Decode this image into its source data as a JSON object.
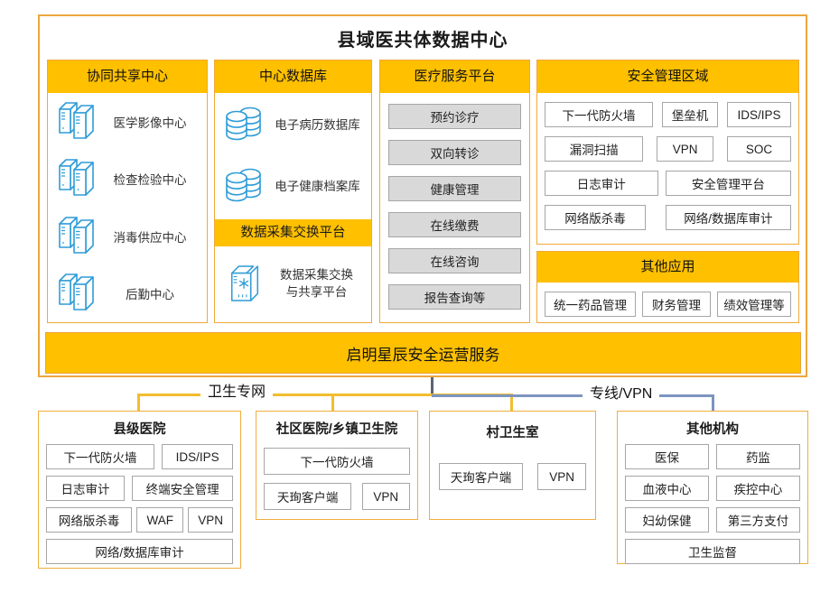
{
  "title": "县域医共体数据中心",
  "panels": {
    "share": {
      "header": "协同共享中心",
      "items": [
        "医学影像中心",
        "检查检验中心",
        "消毒供应中心",
        "后勤中心"
      ]
    },
    "db": {
      "header": "中心数据库",
      "items": [
        "电子病历数据库",
        "电子健康档案库"
      ],
      "exchange_header": "数据采集交换平台",
      "exchange_item": {
        "line1": "数据采集交换",
        "line2": "与共享平台"
      }
    },
    "service": {
      "header": "医疗服务平台",
      "items": [
        "预约诊疗",
        "双向转诊",
        "健康管理",
        "在线缴费",
        "在线咨询",
        "报告查询等"
      ]
    },
    "security": {
      "header": "安全管理区域",
      "items": [
        "下一代防火墙",
        "堡垒机",
        "IDS/IPS",
        "漏洞扫描",
        "VPN",
        "SOC",
        "日志审计",
        "安全管理平台",
        "网络版杀毒",
        "网络/数据库审计"
      ]
    },
    "apps": {
      "header": "其他应用",
      "items": [
        "统一药品管理",
        "财务管理",
        "绩效管理等"
      ]
    }
  },
  "ops_bar_label": "启明星辰安全运营服务",
  "links": {
    "health_net_label": "卫生专网",
    "vpn_label": "专线/VPN"
  },
  "bottom_boxes": [
    {
      "title": "县级医院",
      "items": [
        "下一代防火墙",
        "IDS/IPS",
        "日志审计",
        "终端安全管理",
        "网络版杀毒",
        "WAF",
        "VPN",
        "网络/数据库审计"
      ]
    },
    {
      "title": "社区医院/乡镇卫生院",
      "items": [
        "下一代防火墙",
        "天珣客户端",
        "VPN"
      ]
    },
    {
      "title": "村卫生室",
      "items": [
        "天珣客户端",
        "VPN"
      ]
    },
    {
      "title": "其他机构",
      "items": [
        "医保",
        "药监",
        "血液中心",
        "疾控中心",
        "妇幼保健",
        "第三方支付",
        "卫生监督"
      ]
    }
  ],
  "colors": {
    "header_fill": "#FFC000",
    "panel_border": "#ECA73E",
    "chip_border": "#A6A6A6",
    "button_fill": "#D9D9D9",
    "icon_blue": "#2F9CD8",
    "health_net_line": "#F2BD2E",
    "vpn_line": "#7C95C0",
    "stub_line": "#5A6472"
  }
}
